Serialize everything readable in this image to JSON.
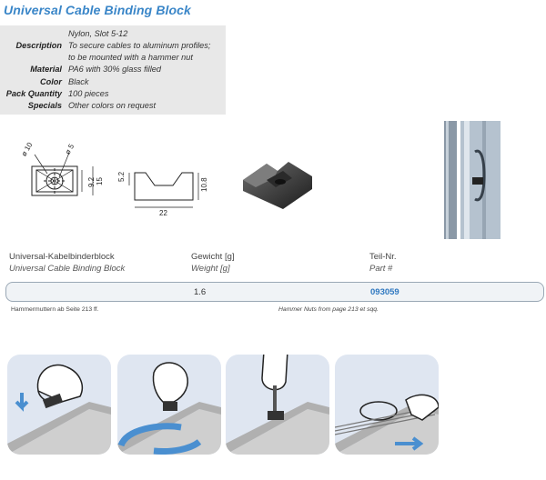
{
  "title": "Universal Cable Binding Block",
  "specs": [
    {
      "label": "",
      "value": "Nylon, Slot 5-12"
    },
    {
      "label": "Description",
      "value": "To secure cables to aluminum profiles;"
    },
    {
      "label": "",
      "value": "to be mounted with a hammer nut"
    },
    {
      "label": "Material",
      "value": "PA6 with 30% glass filled"
    },
    {
      "label": "Color",
      "value": "Black"
    },
    {
      "label": "Pack Quantity",
      "value": "100 pieces"
    },
    {
      "label": "Specials",
      "value": "Other colors on request"
    }
  ],
  "drawing": {
    "d10": "ø 10",
    "d5": "ø 5",
    "h92": "9.2",
    "h15": "15",
    "h52": "5.2",
    "h108": "10.8",
    "w22": "22"
  },
  "table": {
    "headers_de": {
      "name": "Universal-Kabelbinderblock",
      "weight": "Gewicht [g]",
      "part": "Teil-Nr."
    },
    "headers_en": {
      "name": "Universal Cable Binding Block",
      "weight": "Weight [g]",
      "part": "Part #"
    },
    "row": {
      "weight": "1.6",
      "part": "093059"
    }
  },
  "notes": {
    "de": "Hammermuttern ab Seite 213 ff.",
    "en": "Hammer Nuts from page 213 et sqq."
  },
  "colors": {
    "title": "#3a86c8",
    "part_number": "#2f78c0",
    "spec_background": "#e8e8e8",
    "step_background": "#dfe6f1",
    "arrow": "#4a8fd0"
  }
}
